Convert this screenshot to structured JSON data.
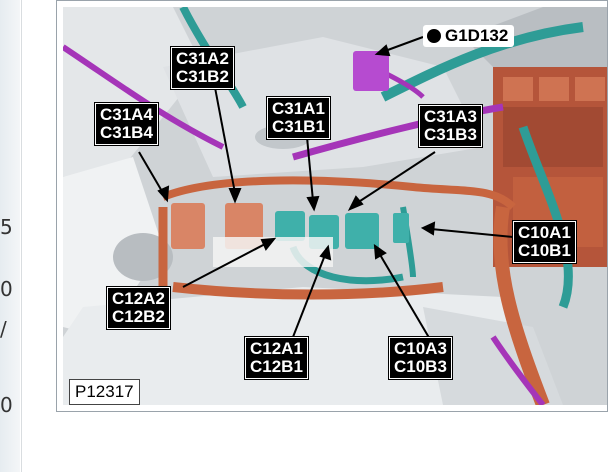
{
  "figure": {
    "reference_id": "P12317",
    "ground_point": "G1D132",
    "callouts": [
      {
        "id": "c31a2",
        "line1": "C31A2",
        "line2": "C31B2"
      },
      {
        "id": "c31a4",
        "line1": "C31A4",
        "line2": "C31B4"
      },
      {
        "id": "c31a1",
        "line1": "C31A1",
        "line2": "C31B1"
      },
      {
        "id": "c31a3",
        "line1": "C31A3",
        "line2": "C31B3"
      },
      {
        "id": "c10a1",
        "line1": "C10A1",
        "line2": "C10B1"
      },
      {
        "id": "c12a2",
        "line1": "C12A2",
        "line2": "C12B2"
      },
      {
        "id": "c12a1",
        "line1": "C12A1",
        "line2": "C12B1"
      },
      {
        "id": "c10a3",
        "line1": "C10A3",
        "line2": "C10B3"
      }
    ]
  },
  "left_partial_glyphs": [
    "5",
    "0",
    "/",
    "0"
  ],
  "colors": {
    "harness_orange": "#c8653f",
    "harness_teal": "#2e9c96",
    "harness_magenta": "#a535b8",
    "connector_salmon": "#d98566",
    "connector_teal": "#3fb0aa",
    "background_gray": "#cfd3d6"
  }
}
